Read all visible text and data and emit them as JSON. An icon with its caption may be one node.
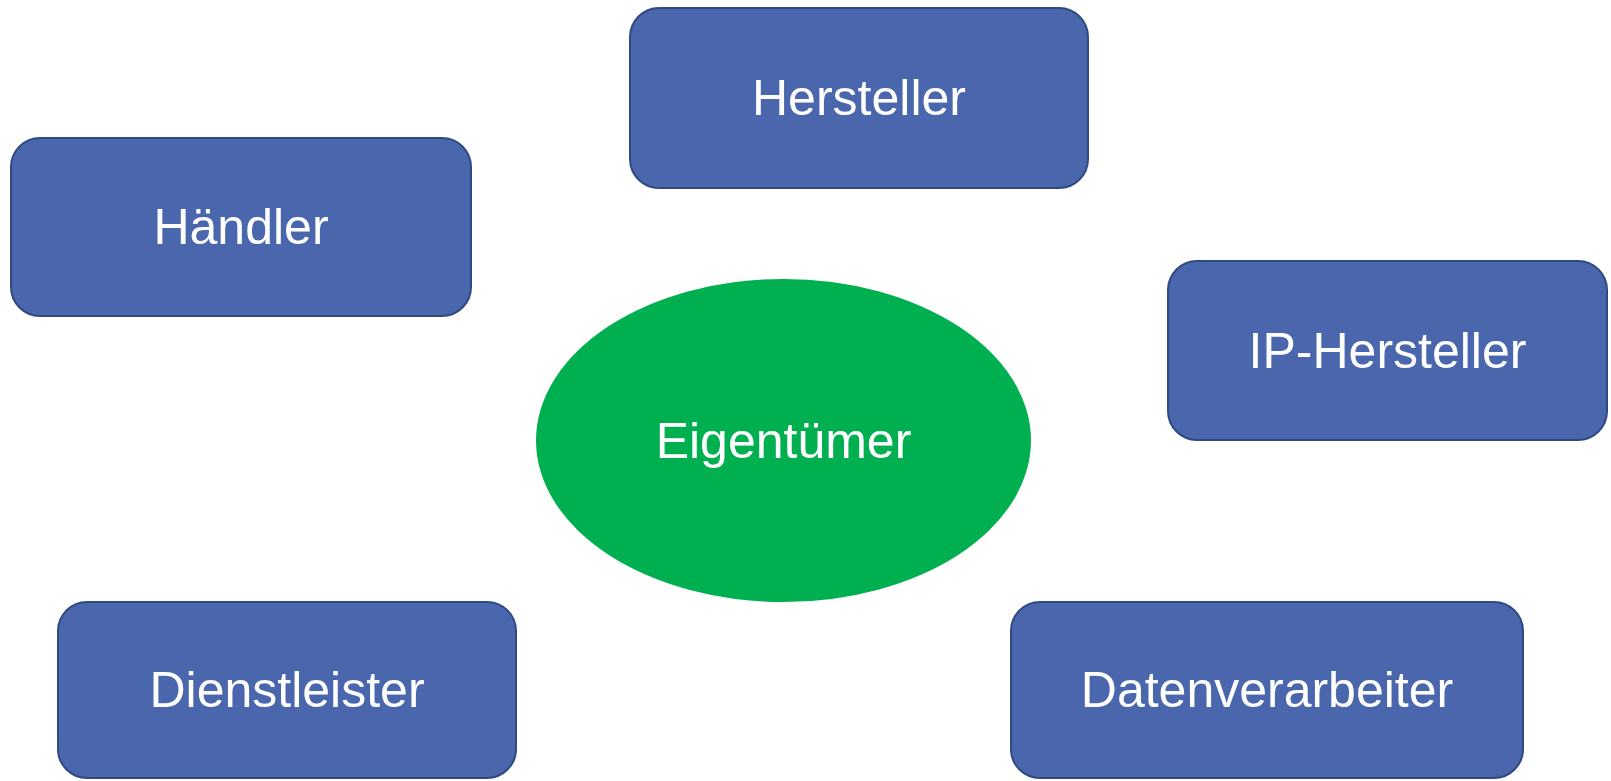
{
  "diagram": {
    "nodes": [
      {
        "text": [
          "Hersteller"
        ]
      },
      {
        "text": [
          "Händler"
        ]
      },
      {
        "text": [
          "IP-Hersteller"
        ]
      },
      {
        "text": [
          "Eigentümer"
        ]
      },
      {
        "text": [
          "Dienstleister"
        ]
      },
      {
        "text": [
          "Datenverarbeiter"
        ]
      }
    ]
  }
}
